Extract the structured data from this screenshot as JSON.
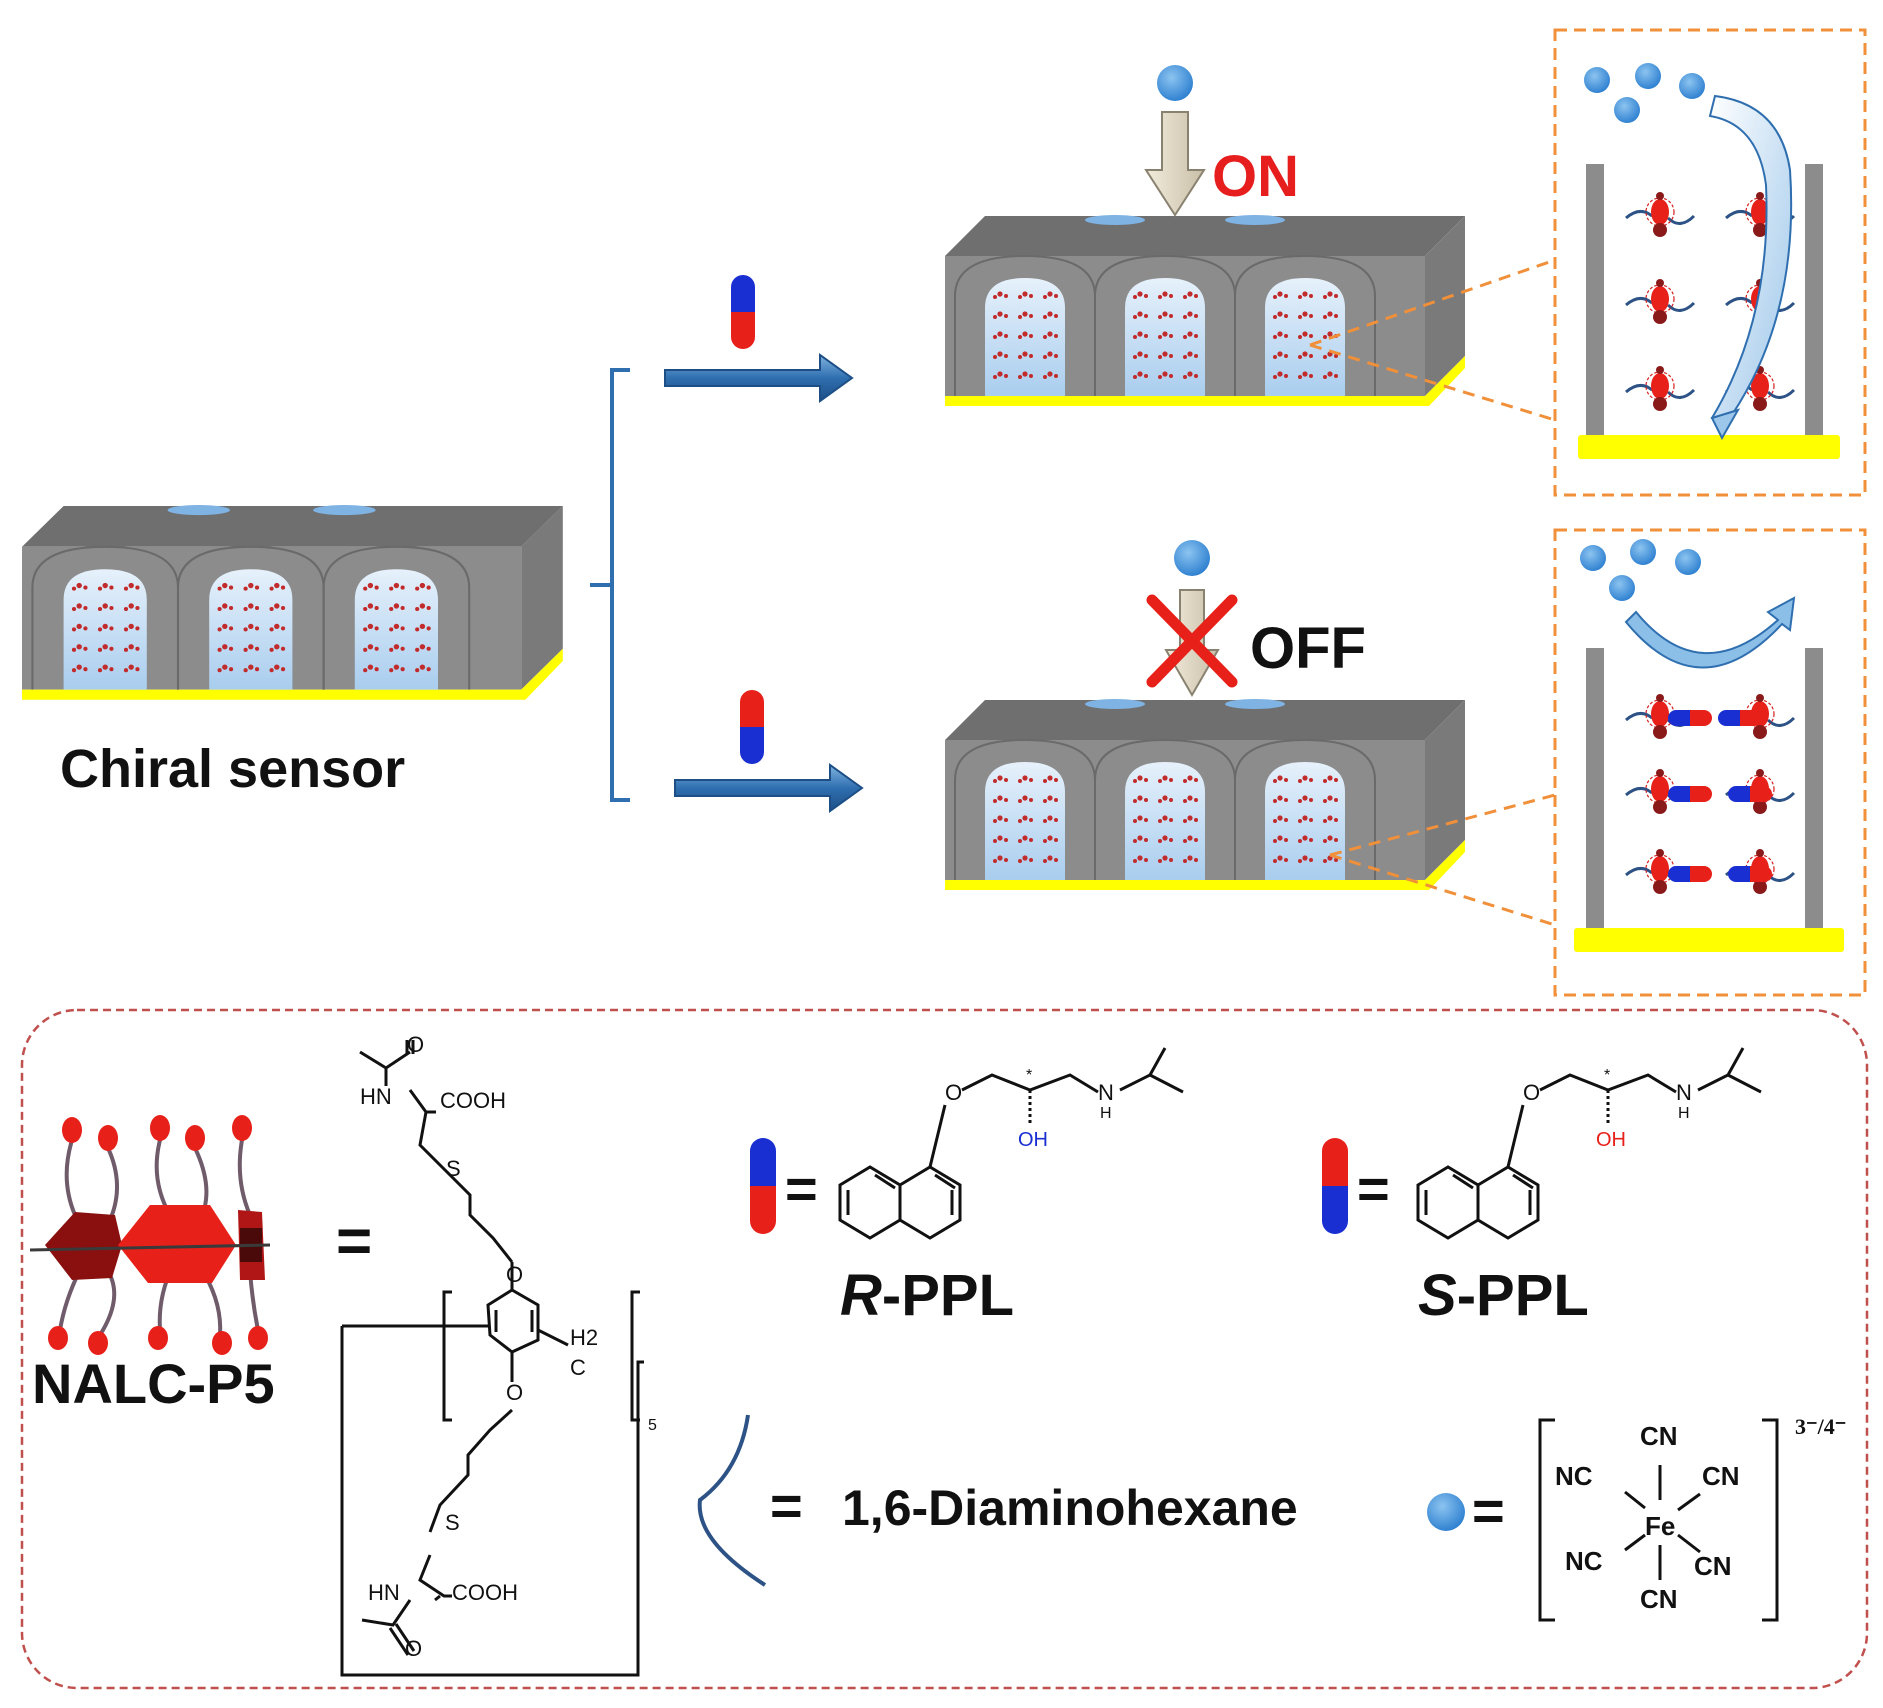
{
  "labels": {
    "chiral_sensor": "Chiral sensor",
    "on": "ON",
    "off": "OFF",
    "nalc_p5": "NALC-P5",
    "r_ppl_prefix": "R",
    "s_ppl_prefix": "S",
    "ppl_suffix": "-PPL",
    "diaminohexane": "1,6-Diaminohexane",
    "equals": "="
  },
  "chem": {
    "o": "O",
    "hn": "HN",
    "cooh": "COOH",
    "s": "S",
    "h2": "H2",
    "c": "C",
    "sub5": "5",
    "oh": "OH",
    "nh": "N",
    "h": "H",
    "star": "*",
    "cn": "CN",
    "nc": "NC",
    "fe": "Fe",
    "charge": "3⁻/4⁻"
  },
  "colors": {
    "on_text": "#e61e1e",
    "ion_blue": "#3a8fd9",
    "arrow_blue": "#2f6fb0",
    "substrate_yellow": "#ffff00",
    "block_gray": "#8c8c8c",
    "channel_blue": "#bcd9f2",
    "callout_orange": "#f0903a",
    "legend_border": "#c0504d",
    "cross_red": "#e8201a",
    "enantiomer_red": "#e8201a",
    "enantiomer_blue": "#1a2fd1",
    "chain_blue": "#2d5286"
  },
  "icons": [
    "ferricyanide-ion-icon",
    "r-enantiomer-capsule-icon",
    "s-enantiomer-capsule-icon",
    "red-cross-icon",
    "diaminohexane-chain-icon",
    "pillararene-icon"
  ]
}
